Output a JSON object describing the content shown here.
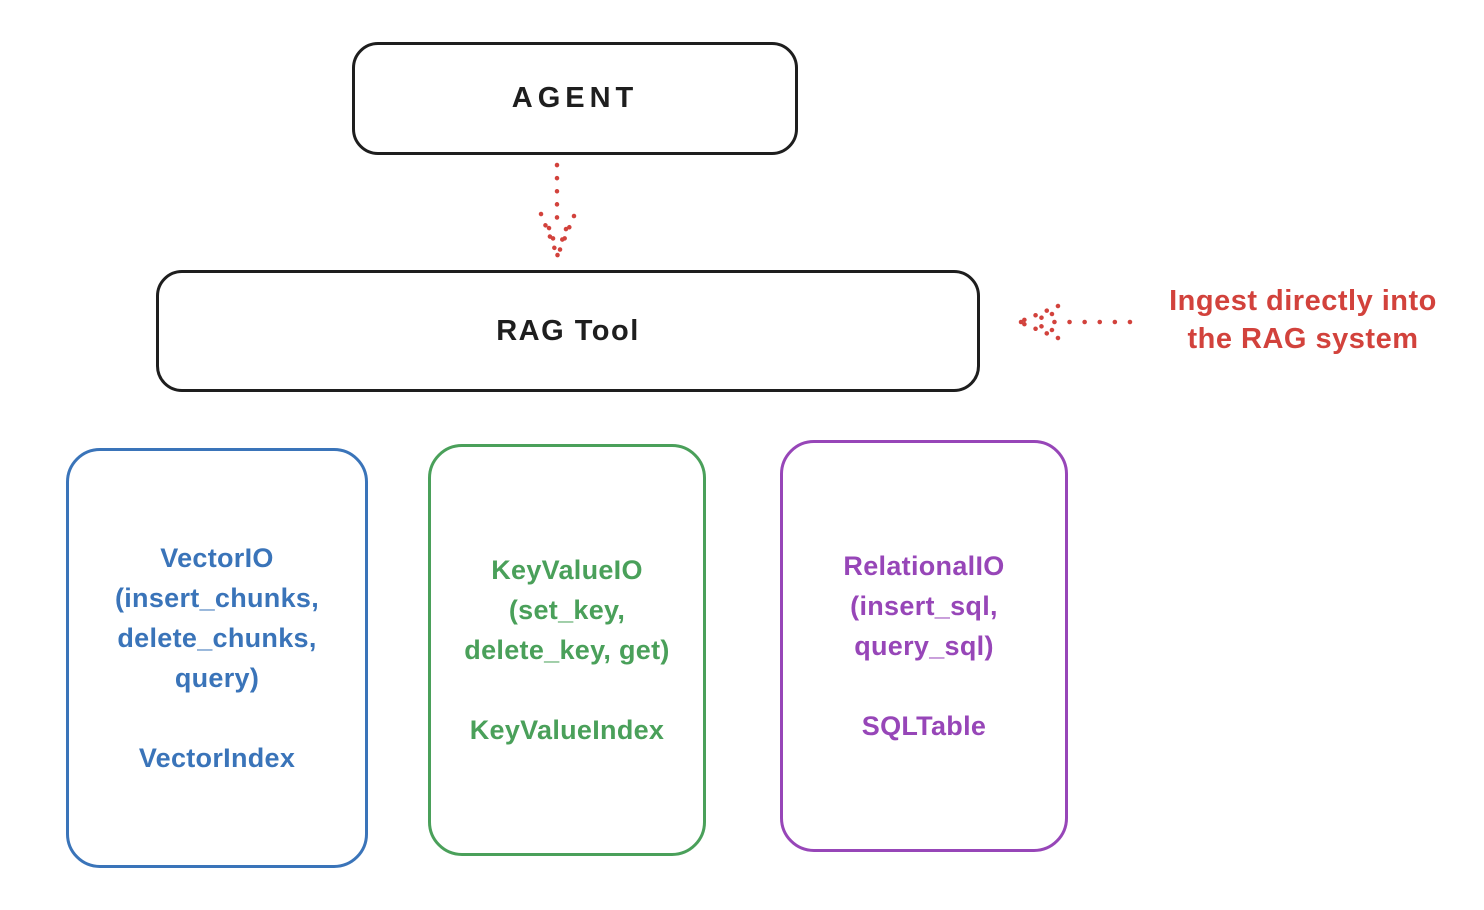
{
  "nodes": {
    "agent": {
      "label": "AGENT"
    },
    "rag_tool": {
      "label": "RAG Tool"
    }
  },
  "annotation": {
    "line1": "Ingest directly into",
    "line2": "the RAG system"
  },
  "stores": [
    {
      "name": "vector-io",
      "lines": [
        "VectorIO",
        "(insert_chunks,",
        "delete_chunks,",
        "query)"
      ],
      "footer": "VectorIndex",
      "color": "#3a74b9"
    },
    {
      "name": "keyvalue-io",
      "lines": [
        "KeyValueIO",
        "(set_key,",
        "delete_key, get)"
      ],
      "footer": "KeyValueIndex",
      "color": "#4aa05a"
    },
    {
      "name": "relational-io",
      "lines": [
        "RelationalIO",
        "(insert_sql,",
        "query_sql)"
      ],
      "footer": "SQLTable",
      "color": "#9746b8"
    }
  ],
  "colors": {
    "ink": "#1e1e1e",
    "accent_red": "#d2423c",
    "background": "#ffffff"
  }
}
